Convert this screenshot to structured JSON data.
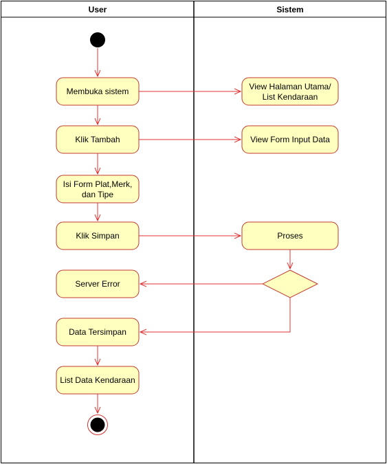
{
  "lanes": [
    {
      "title": "User"
    },
    {
      "title": "Sistem"
    }
  ],
  "nodes": {
    "membuka": [
      "Membuka sistem"
    ],
    "view_utama": [
      "View Halaman Utama/",
      "List Kendaraan"
    ],
    "klik_tambah": [
      "Klik Tambah"
    ],
    "view_form": [
      "View Form Input Data"
    ],
    "isi_form": [
      "Isi Form Plat,Merk,",
      "dan Tipe"
    ],
    "klik_simpan": [
      "Klik Simpan"
    ],
    "proses": [
      "Proses"
    ],
    "server_error": [
      "Server Error"
    ],
    "data_tersimpan": [
      "Data Tersimpan"
    ],
    "list_data": [
      "List Data Kendaraan"
    ]
  },
  "colors": {
    "node_fill": "#ffffc0",
    "node_stroke": "#c0392b",
    "arrow": "#e03030",
    "lane_border": "#000000",
    "initial": "#000000"
  }
}
